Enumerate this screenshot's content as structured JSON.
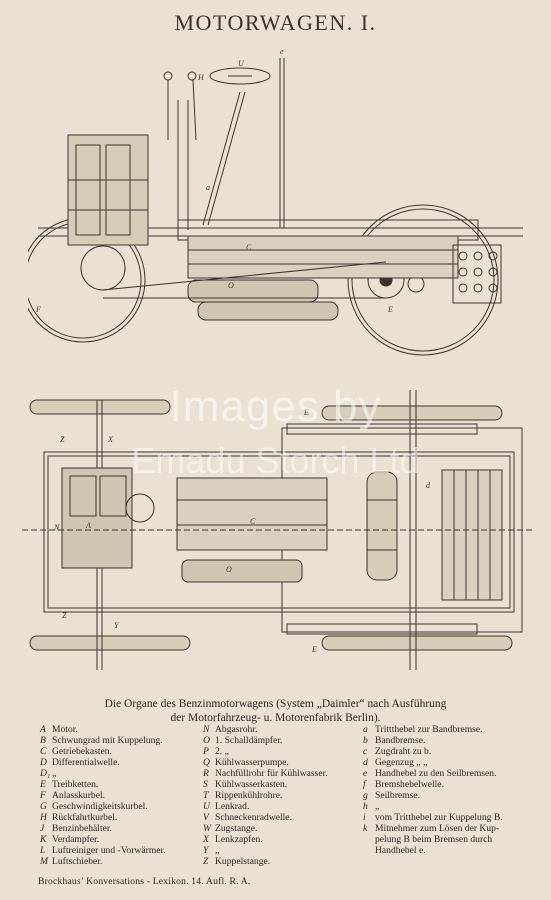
{
  "title": "MOTORWAGEN. I.",
  "watermark": {
    "line1": "Images by",
    "line2": "Emadu Storch Ltd"
  },
  "caption": {
    "line1": "Die Organe des Benzinmotorwagens (System „Daimler“ nach Ausführung",
    "line2": "der Motorfahrzeug- u. Motorenfabrik Berlin)."
  },
  "legend": {
    "col1": [
      {
        "key": "A",
        "text": "Motor."
      },
      {
        "key": "B",
        "text": "Schwungrad mit Kuppelung."
      },
      {
        "key": "C",
        "text": "Getriebekasten."
      },
      {
        "key": "D",
        "text": "Differentialwelle."
      },
      {
        "key": "D₁",
        "text": "„"
      },
      {
        "key": "E",
        "text": "Treibketten."
      },
      {
        "key": "F",
        "text": "Anlasskurbel."
      },
      {
        "key": "G",
        "text": "Geschwindigkeitskurbel."
      },
      {
        "key": "H",
        "text": "Rückfahrtkurbel."
      },
      {
        "key": "J",
        "text": "Benzinbehälter."
      },
      {
        "key": "K",
        "text": "Verdampfer."
      },
      {
        "key": "L",
        "text": "Luftreiniger und -Vorwärmer."
      },
      {
        "key": "M",
        "text": "Luftschieber."
      }
    ],
    "col2": [
      {
        "key": "N",
        "text": "Abgasrohr."
      },
      {
        "key": "O",
        "text": "1. Schalldämpfer."
      },
      {
        "key": "P",
        "text": "2.  „"
      },
      {
        "key": "Q",
        "text": "Kühlwasserpumpe."
      },
      {
        "key": "R",
        "text": "Nachfüllrohr für Kühlwasser."
      },
      {
        "key": "S",
        "text": "Kühlwasserkasten."
      },
      {
        "key": "T",
        "text": "Rippenkühlrohre."
      },
      {
        "key": "U",
        "text": "Lenkrad."
      },
      {
        "key": "V",
        "text": "Schneckenradwelle."
      },
      {
        "key": "W",
        "text": "Zugstange."
      },
      {
        "key": "X",
        "text": "Lenkzapfen."
      },
      {
        "key": "Y",
        "text": "„"
      },
      {
        "key": "Z",
        "text": "Kuppelstange."
      }
    ],
    "col3": [
      {
        "key": "a",
        "text": "Trittthebel zur Bandbremse."
      },
      {
        "key": "b",
        "text": "Bandbremse."
      },
      {
        "key": "c",
        "text": "Zugdraht zu b."
      },
      {
        "key": "d",
        "text": "Gegenzug  „  „"
      },
      {
        "key": "e",
        "text": "Handhebel zu den Seilbremsen."
      },
      {
        "key": "f",
        "text": "Bremshebelwelle."
      },
      {
        "key": "g",
        "text": "Seilbremse."
      },
      {
        "key": "h",
        "text": "„"
      },
      {
        "key": "i",
        "text": "vom Tritthebel zur Kuppelung B."
      },
      {
        "key": "k",
        "text": "Mitnehmer zum Lösen der Kup-"
      },
      {
        "key": "",
        "text": "pelung B beim Bremsen durch"
      },
      {
        "key": "",
        "text": "Handhebel e."
      }
    ]
  },
  "footer": "Brockhaus’ Konversations - Lexikon.  14. Aufl.  R. A."
}
